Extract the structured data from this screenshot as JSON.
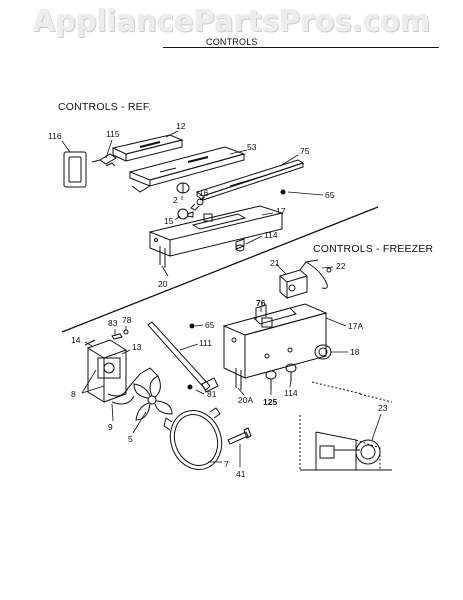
{
  "watermark": "AppliancePartsPros.com",
  "header": {
    "title": "CONTROLS"
  },
  "sections": {
    "ref": "CONTROLS - REF.",
    "freezer": "CONTROLS - FREEZER"
  },
  "callouts": {
    "c116": "116",
    "c115": "115",
    "c12": "12",
    "c53": "53",
    "c75": "75",
    "c65a": "65",
    "c2": "2",
    "c16": "16",
    "c15": "15",
    "c17": "17",
    "c114a": "114",
    "c20": "20",
    "c21": "21",
    "c22": "22",
    "c76": "76",
    "c17a": "17A",
    "c65b": "65",
    "c18": "18",
    "c83": "83",
    "c78": "78",
    "c14": "14",
    "c13": "13",
    "c111": "111",
    "c8": "8",
    "c81": "81",
    "c20a": "20A",
    "c125": "125",
    "c114b": "114",
    "c9": "9",
    "c5": "5",
    "c7": "7",
    "c41": "41",
    "c23": "23"
  }
}
